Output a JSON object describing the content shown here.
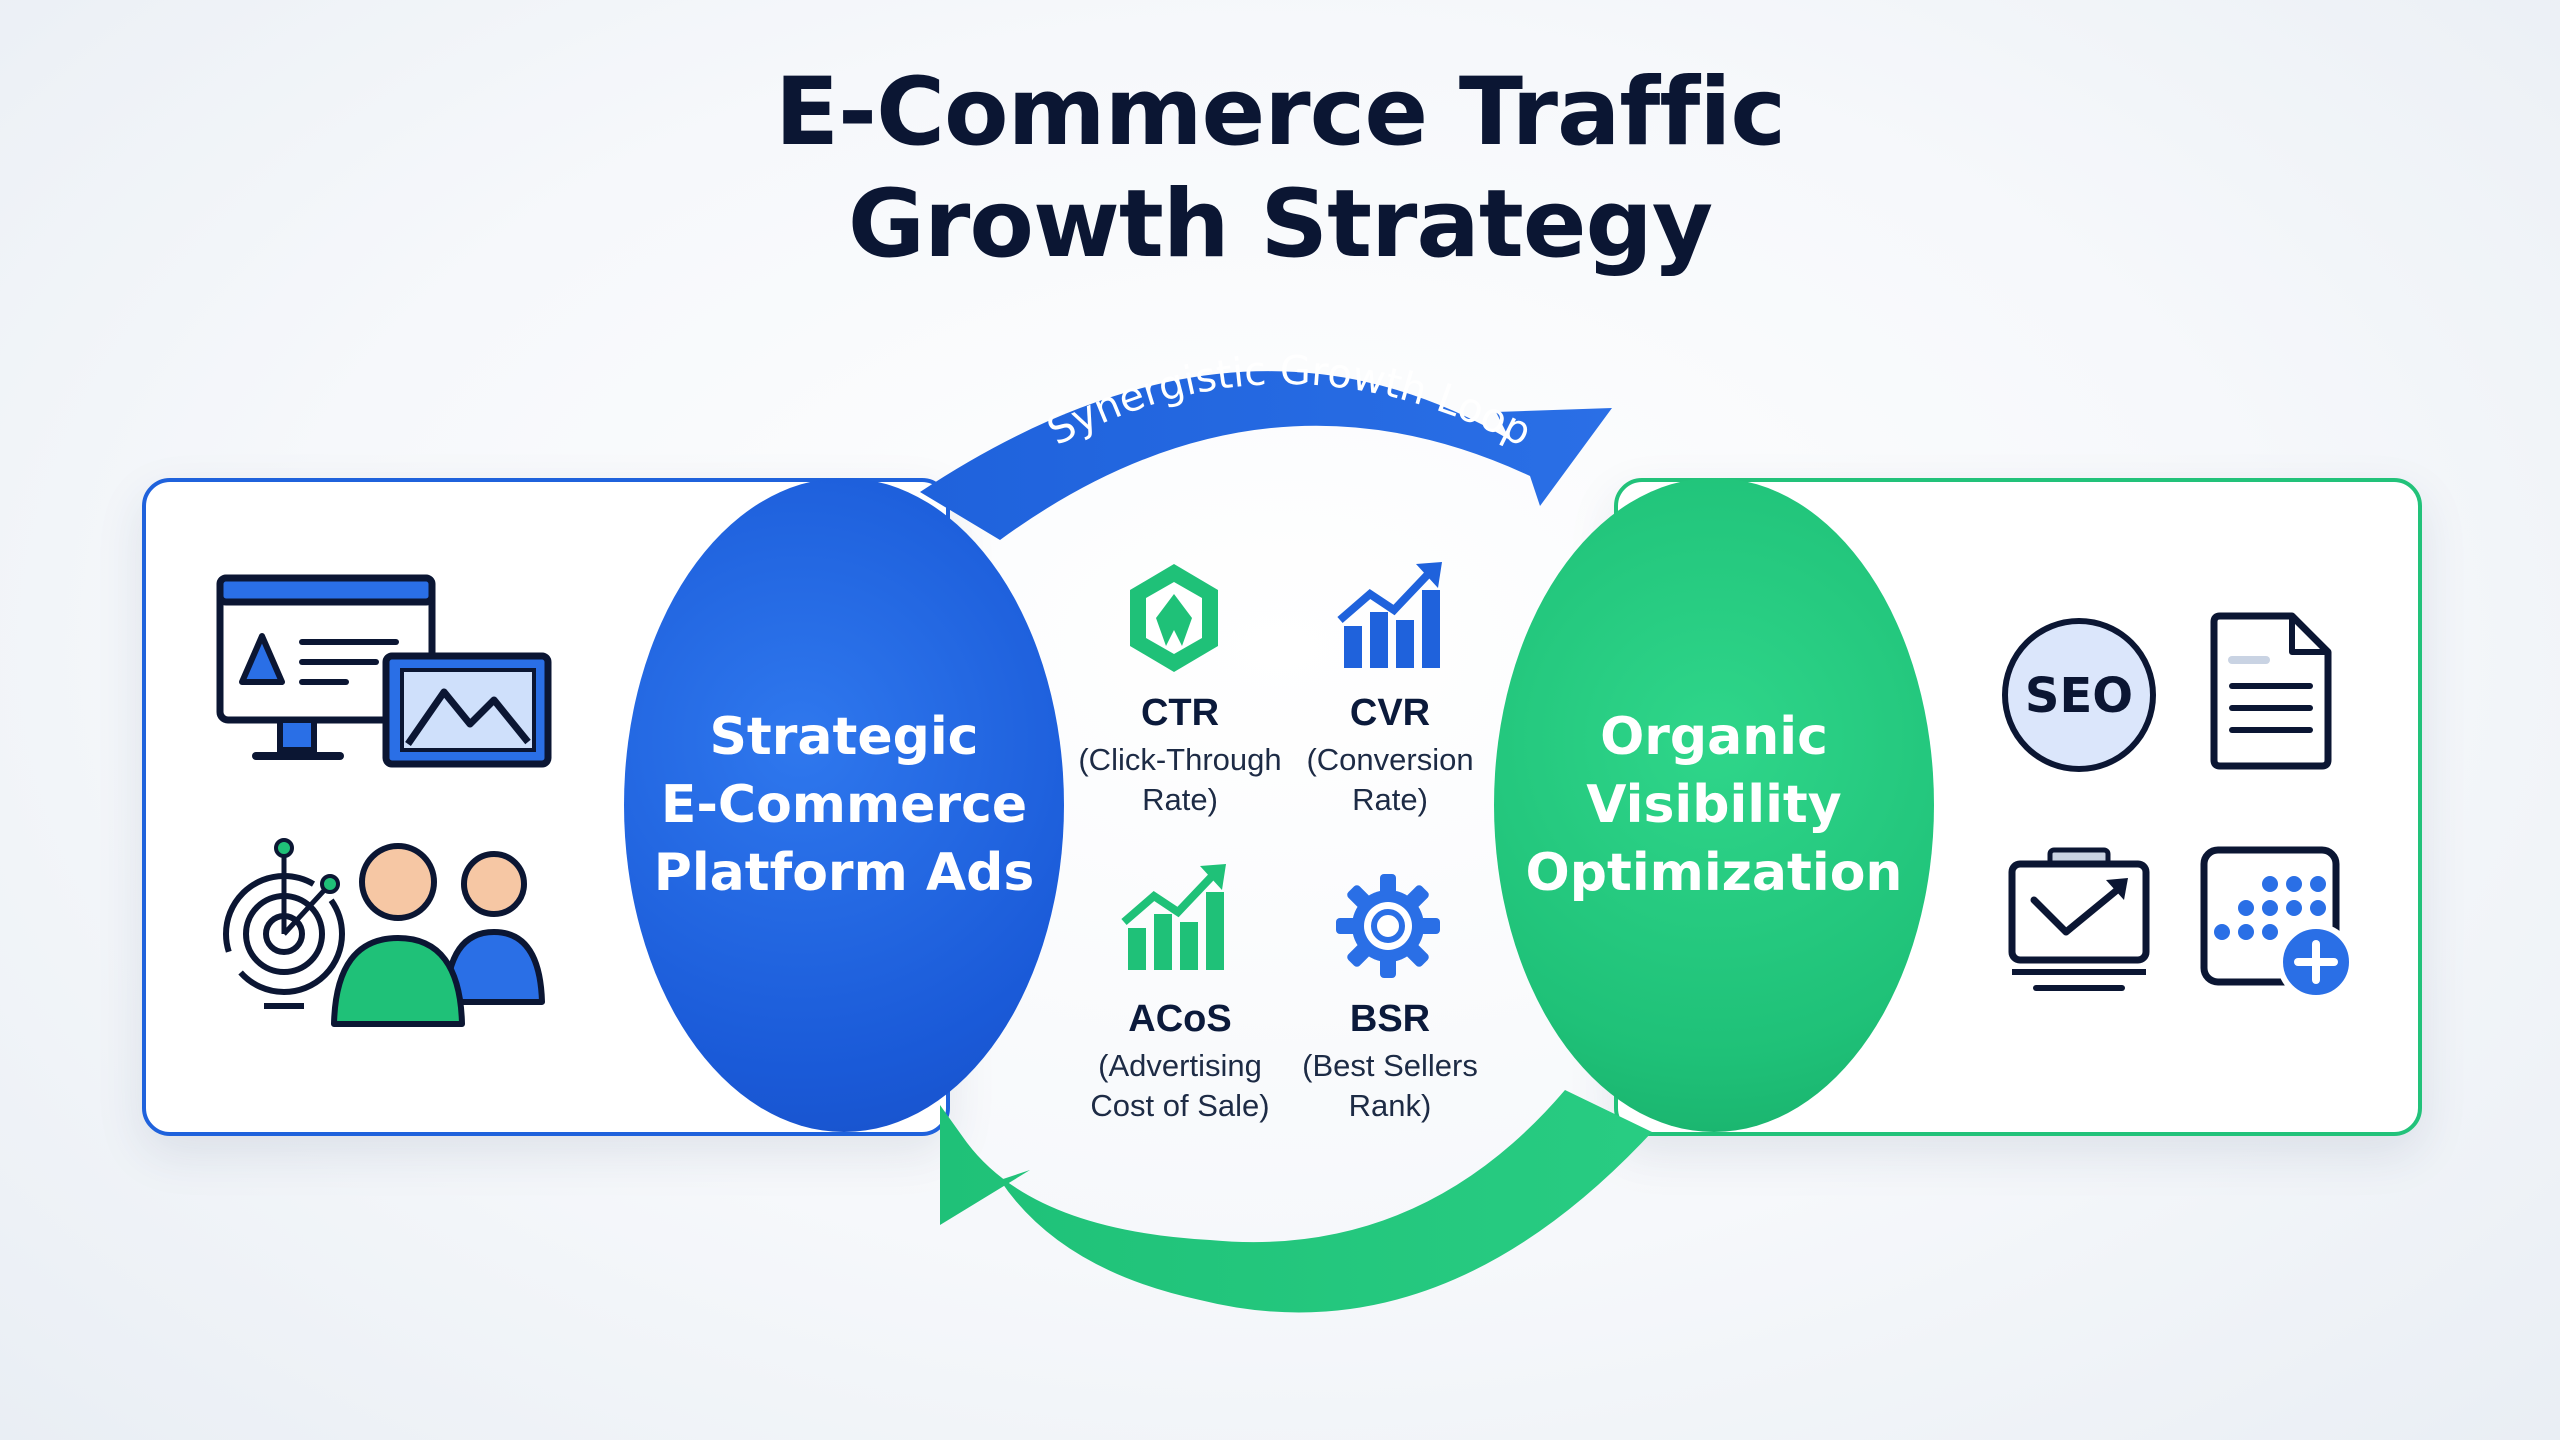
{
  "title": {
    "line1": "E-Commerce Traffic",
    "line2": "Growth Strategy"
  },
  "loop": {
    "label": "Synergistic Growth Loop"
  },
  "ads": {
    "label": "Strategic\nE-Commerce\nPlatform Ads"
  },
  "organic": {
    "label": "Organic\nVisibility\nOptimization"
  },
  "metrics": {
    "ctr": {
      "name": "CTR",
      "desc": "(Click-Through\nRate)"
    },
    "cvr": {
      "name": "CVR",
      "desc": "(Conversion\nRate)"
    },
    "acos": {
      "name": "ACoS",
      "desc": "(Advertising\nCost of Sale)"
    },
    "bsr": {
      "name": "BSR",
      "desc": "(Best Sellers\nRank)"
    }
  },
  "organic_icons": {
    "seo_badge": "SEO"
  },
  "colors": {
    "blue": "#1f62dc",
    "green": "#22c27a",
    "navy": "#0b1633"
  }
}
